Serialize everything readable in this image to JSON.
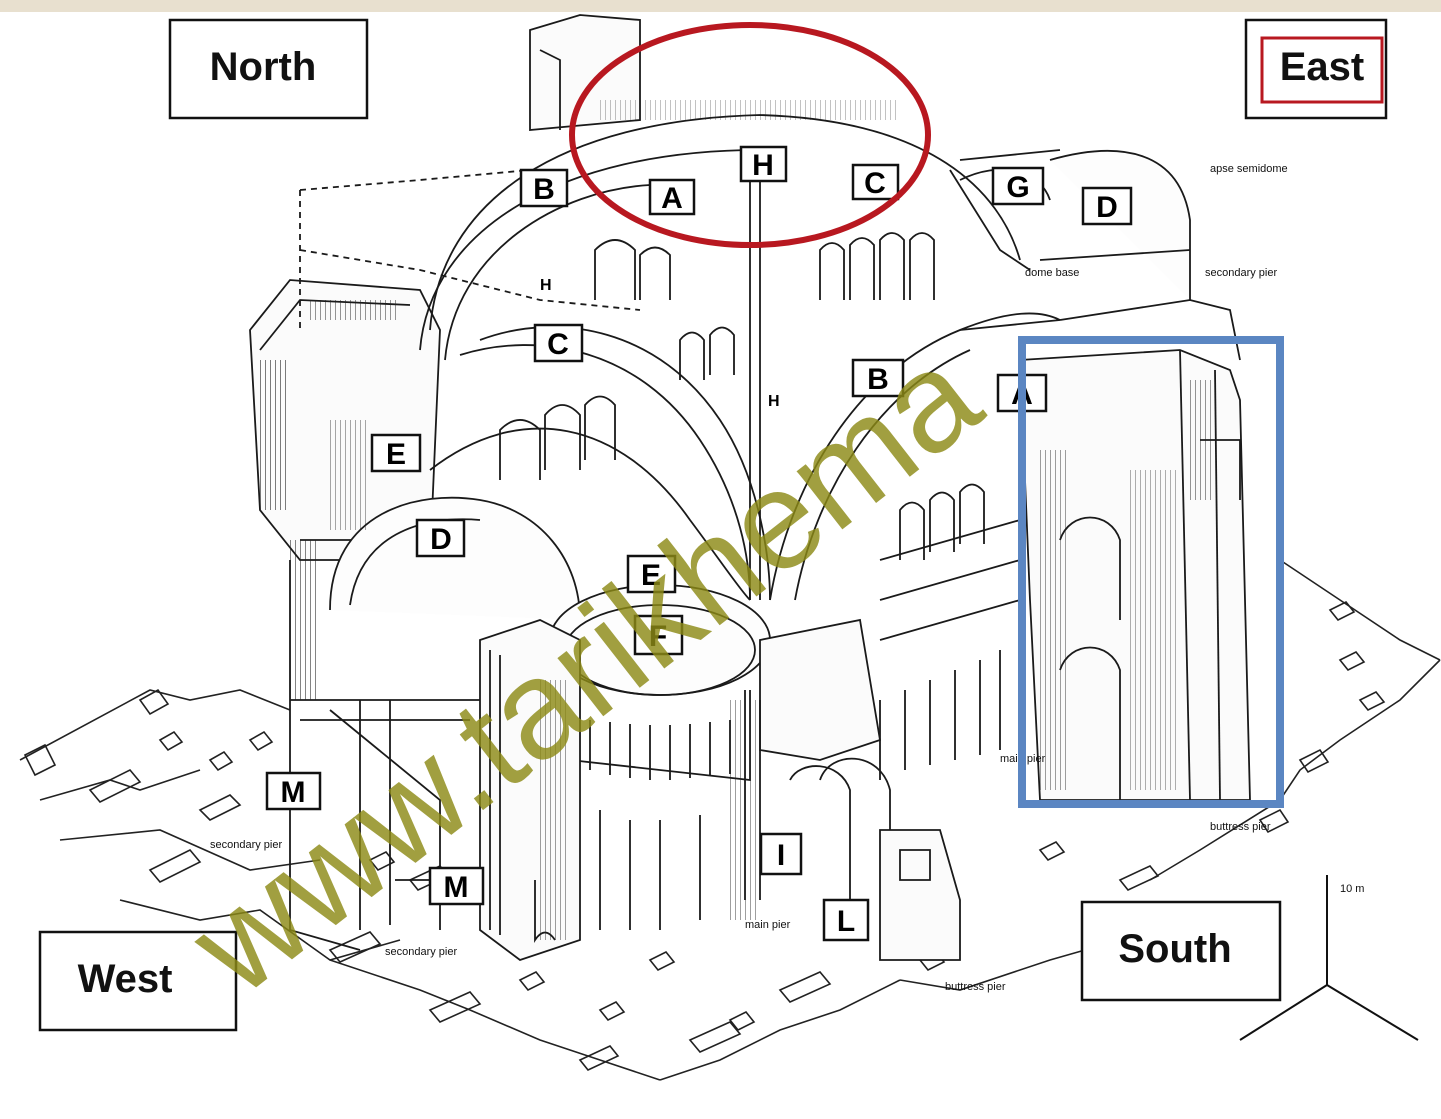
{
  "diagram": {
    "compass": {
      "north": "North",
      "east": "East",
      "west": "West",
      "south": "South"
    },
    "letters": [
      "A",
      "B",
      "C",
      "D",
      "E",
      "F",
      "G",
      "H",
      "I",
      "L",
      "M"
    ],
    "label_boxes": [
      {
        "id": "H-top",
        "text": "H"
      },
      {
        "id": "C-top",
        "text": "C"
      },
      {
        "id": "A-top",
        "text": "A"
      },
      {
        "id": "B-left",
        "text": "B"
      },
      {
        "id": "G-top",
        "text": "G"
      },
      {
        "id": "D-right",
        "text": "D"
      },
      {
        "id": "C-mid",
        "text": "C"
      },
      {
        "id": "B-mid",
        "text": "B"
      },
      {
        "id": "A-right",
        "text": "A"
      },
      {
        "id": "E-left",
        "text": "E"
      },
      {
        "id": "D-left",
        "text": "D"
      },
      {
        "id": "E-center",
        "text": "E"
      },
      {
        "id": "F-center",
        "text": "F"
      },
      {
        "id": "M-1",
        "text": "M"
      },
      {
        "id": "M-2",
        "text": "M"
      },
      {
        "id": "I-center",
        "text": "I"
      },
      {
        "id": "L-center",
        "text": "L"
      }
    ],
    "small_letters": {
      "h1": "H",
      "h2": "H"
    },
    "annotations": {
      "apse_semidome": "apse semidome",
      "dome_base": "dome base",
      "secondary_pier_right": "secondary pier",
      "main_pier_right": "main pier",
      "buttress_pier_right": "buttress pier",
      "secondary_pier_left": "secondary pier",
      "secondary_pier_bottom": "secondary pier",
      "main_pier_center": "main pier",
      "buttress_pier_bottom": "buttress pier",
      "scale": "10 m"
    },
    "watermark": "www.tarikhema",
    "colors": {
      "background": "#ffffff",
      "paper_top": "#e8e0cf",
      "ink": "#111111",
      "highlight_red": "#b81820",
      "highlight_blue": "#5b86c2",
      "watermark": "#8c8a16"
    }
  }
}
